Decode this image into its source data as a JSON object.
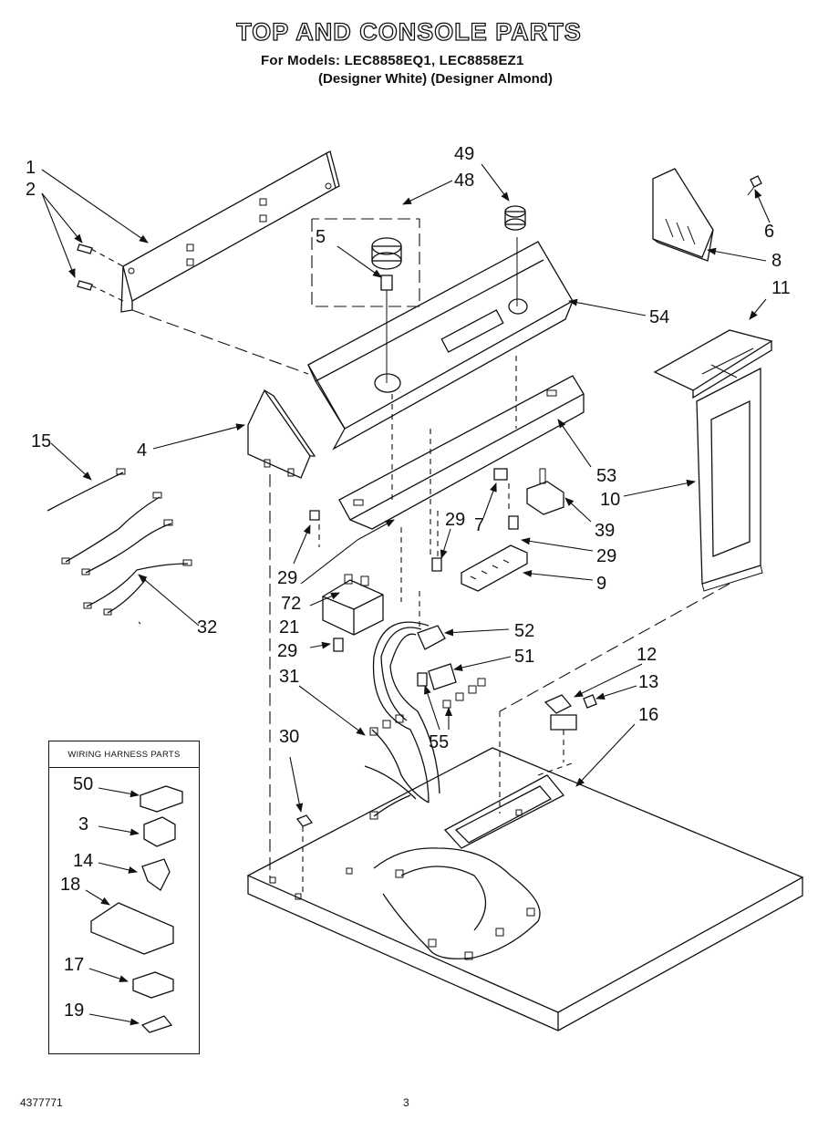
{
  "header": {
    "title": "TOP AND CONSOLE PARTS",
    "models_line": "For Models: LEC8858EQ1, LEC8858EZ1",
    "colors_line": "(Designer White) (Designer Almond)"
  },
  "callouts": {
    "c1": "1",
    "c2": "2",
    "c3": "3",
    "c4": "4",
    "c5": "5",
    "c6": "6",
    "c7": "7",
    "c8": "8",
    "c9": "9",
    "c10": "10",
    "c11": "11",
    "c12": "12",
    "c13": "13",
    "c14": "14",
    "c15": "15",
    "c16": "16",
    "c17": "17",
    "c18": "18",
    "c19": "19",
    "c21": "21",
    "c29": "29",
    "c30": "30",
    "c31": "31",
    "c32": "32",
    "c39": "39",
    "c48": "48",
    "c49": "49",
    "c50": "50",
    "c51": "51",
    "c52": "52",
    "c53": "53",
    "c54": "54",
    "c55": "55",
    "c72": "72"
  },
  "inset": {
    "title": "WIRING HARNESS PARTS"
  },
  "footer": {
    "part_number": "4377771",
    "page_number": "3"
  }
}
